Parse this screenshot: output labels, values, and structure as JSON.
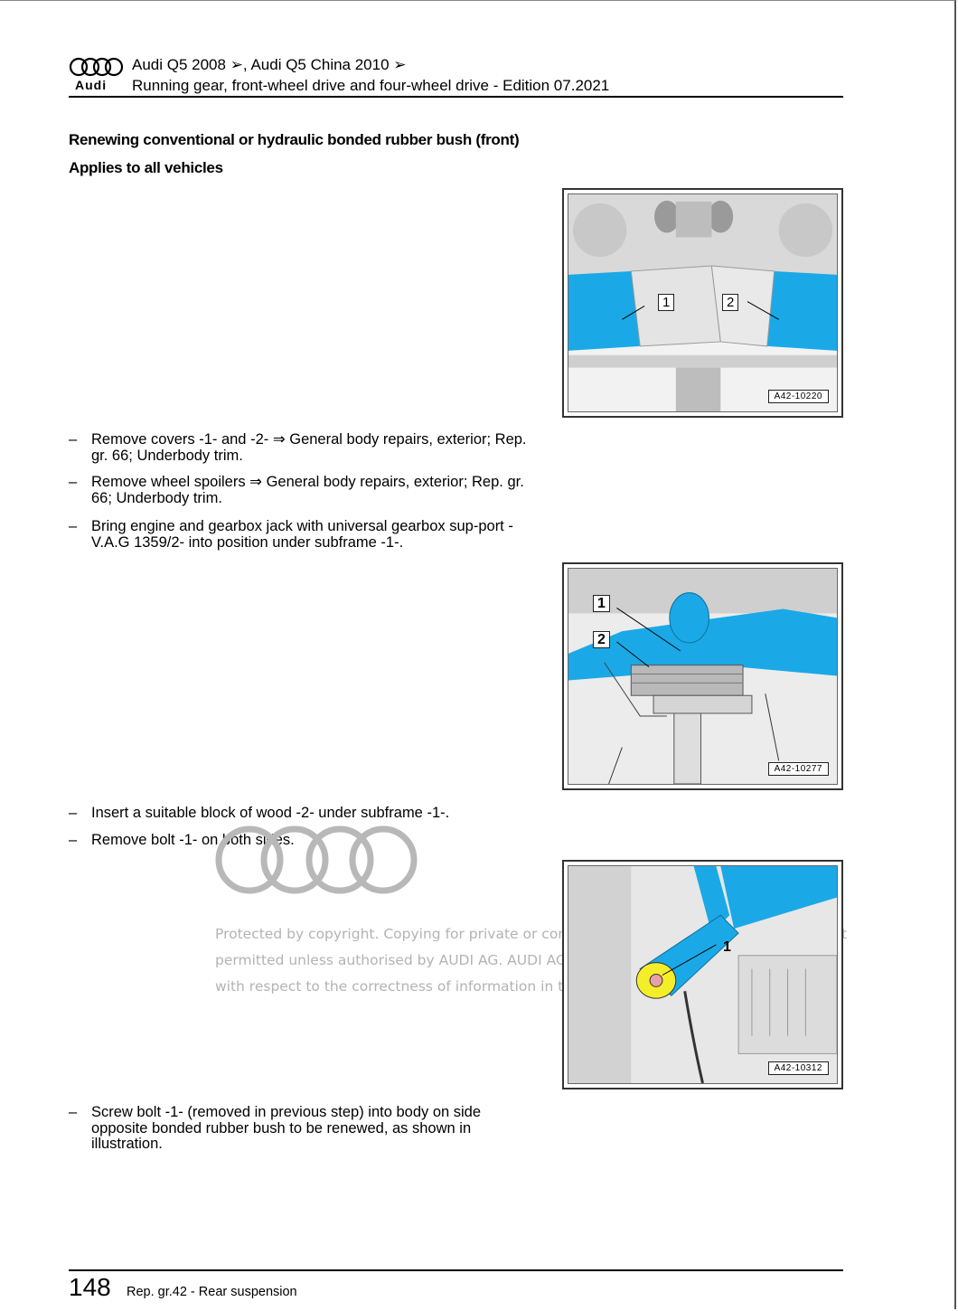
{
  "header": {
    "line1": "Audi Q5 2008 ➢, Audi Q5 China 2010 ➢",
    "line2": "Running gear, front-wheel drive and four-wheel drive - Edition 07.2021",
    "logo_word": "Audi"
  },
  "title": "Renewing conventional or hydraulic bonded rubber bush (front)",
  "subtitle": "Applies to all vehicles",
  "steps": [
    {
      "dash": "–",
      "text": "Remove covers -1- and -2- ⇒ General body repairs, exterior; Rep. gr. 66; Underbody trim."
    },
    {
      "dash": "–",
      "text": "Remove wheel spoilers ⇒ General body repairs, exterior; Rep. gr. 66; Underbody trim."
    },
    {
      "dash": "–",
      "text": "Bring engine and gearbox jack with universal gearbox sup-port -V.A.G 1359/2- into position under subframe -1-."
    },
    {
      "dash": "–",
      "text": "Insert a suitable block of wood -2- under subframe -1-."
    },
    {
      "dash": "–",
      "text": "Remove bolt -1- on both sides."
    },
    {
      "dash": "–",
      "text": "Screw bolt -1- (removed in previous step) into body on side opposite bonded rubber bush to be renewed, as shown in illustration."
    }
  ],
  "figures": [
    {
      "code": "A42-10220",
      "callouts": [
        "1",
        "2"
      ]
    },
    {
      "code": "A42-10277",
      "callouts": [
        "1",
        "2"
      ]
    },
    {
      "code": "A42-10312",
      "callouts": [
        "1"
      ]
    }
  ],
  "watermark": {
    "line1": "Protected by copyright. Copying for private or comm",
    "line2": "permitted unless authorised by AUDI AG. AUDI AG d",
    "line3": "with respect to the correctness of information in th",
    "trail": "t"
  },
  "footer": {
    "page_number": "148",
    "section": "Rep. gr.42 - Rear suspension"
  },
  "colors": {
    "highlight_blue": "#1aa9e6",
    "highlight_yellow": "#f4ee2a",
    "watermark_grey": "#b3b3b3"
  }
}
